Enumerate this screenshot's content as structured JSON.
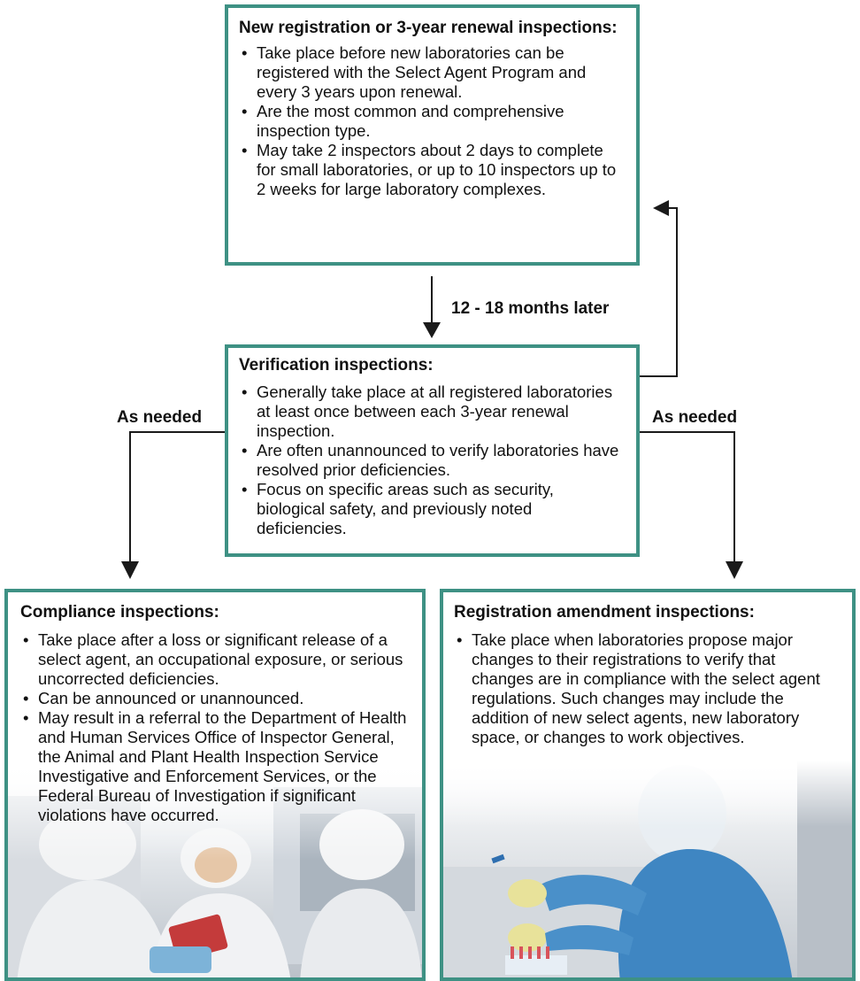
{
  "top_box": {
    "title": "New registration or 3-year renewal inspections:",
    "bullets": [
      "Take place before new laboratories can be registered with the Select Agent Program and every 3 years upon renewal.",
      "Are the most common and comprehensive inspection type.",
      "May take 2 inspectors about 2 days to complete for small laboratories, or up to 10 inspectors up to 2 weeks for large laboratory complexes."
    ]
  },
  "interval_label": "12 - 18 months later",
  "middle_box": {
    "title": "Verification inspections:",
    "bullets": [
      "Generally take place at all registered laboratories at least once between each 3-year renewal inspection.",
      "Are often unannounced to verify laboratories have resolved prior deficiencies.",
      "Focus on specific areas such as security, biological safety, and previously noted deficiencies."
    ]
  },
  "left_label": "As needed",
  "right_label": "As needed",
  "left_box": {
    "title": "Compliance inspections:",
    "bullets": [
      "Take place after a loss or significant release of a select agent, an occupational exposure, or serious uncorrected deficiencies.",
      "Can be announced or unannounced.",
      "May result in a referral to the Department of Health and Human Services Office of Inspector General, the Animal and Plant Health Inspection Service Investigative and Enforcement Services, or the Federal Bureau of Investigation if  significant violations have occurred."
    ]
  },
  "right_box": {
    "title": "Registration amendment inspections:",
    "bullets": [
      "Take place when laboratories propose major changes to their registrations to verify that changes are in compliance with the select agent regulations. Such changes may include the addition of new select agents, new laboratory space, or changes to work objectives."
    ]
  },
  "colors": {
    "box_border": "#3e9184",
    "arrow": "#1a1a1a"
  }
}
